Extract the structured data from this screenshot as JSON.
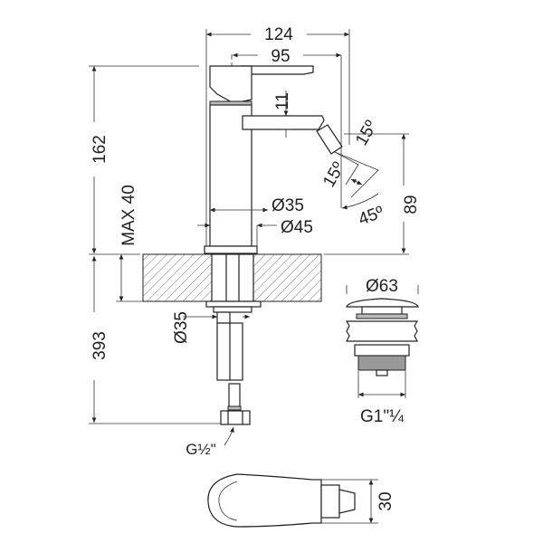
{
  "drawing": {
    "title": "Bidet mixer technical drawing",
    "dimensions": {
      "overall_width": "124",
      "spout_reach": "95",
      "spout_height_gap": "11",
      "angle_up": "15º",
      "angle_down": "15º",
      "swivel_angle": "45º",
      "outlet_height": "89",
      "body_diameter": "Ø35",
      "base_diameter": "Ø45",
      "total_height": "162",
      "max_counter_thickness": "MAX 40",
      "shank_diameter": "Ø35",
      "hose_length": "393",
      "hose_thread": "G½\"",
      "waste_diameter": "Ø63",
      "waste_thread": "G1\"¼",
      "top_view_width": "30"
    }
  }
}
